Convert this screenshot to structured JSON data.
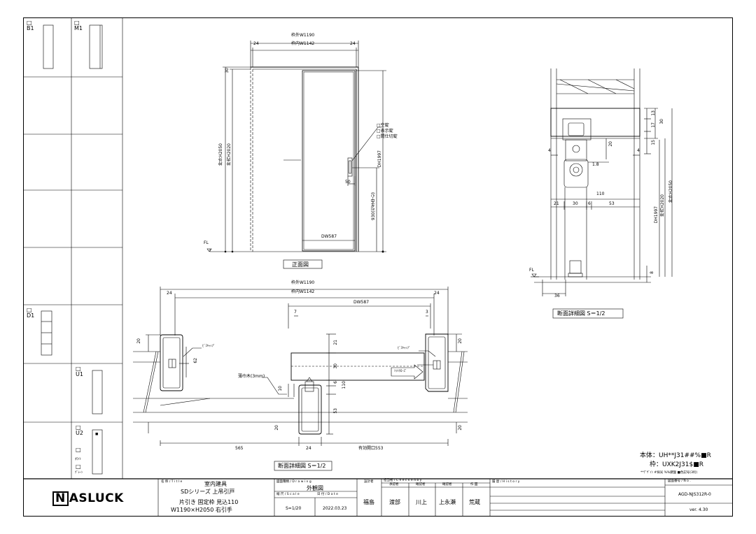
{
  "sidebar": {
    "b1": "B1",
    "m1": "M1",
    "d1": "D1",
    "u1": "U1",
    "u2": "U2",
    "u2_mark": "■",
    "color_white": "ﾎﾜｲﾄ",
    "color_gray": "ｸﾞﾚｰﾝ",
    "checkbox": "□"
  },
  "front": {
    "outer_w": "枠外W1190",
    "inner_w": "枠内W1142",
    "side_l": "24",
    "side_r": "24",
    "top_30": "30",
    "outer_h": "枠外H2050",
    "inner_h": "枠内H2020",
    "dh": "DH1997",
    "dim_50": "50",
    "handle_h": "930(引手中心)",
    "dw": "DW587",
    "fl": "FL",
    "opt1": "□空錠",
    "opt2": "□表示錠",
    "opt3": "□間仕切錠",
    "caption": "正面図"
  },
  "plan": {
    "outer_w": "枠外W1190",
    "inner_w": "枠内W1142",
    "side_l": "24",
    "side_r": "24",
    "dw": "DW587",
    "d7": "7",
    "d3": "3",
    "d20a": "20",
    "d20b": "20",
    "d20c": "20",
    "d20d": "20",
    "d62": "62",
    "d21": "21",
    "d30": "30",
    "d6": "6",
    "d110": "110",
    "d10": "10",
    "d53": "53",
    "d565": "565",
    "d24b": "24",
    "opening": "有効開口553",
    "screw_cap_l": "ﾋﾞｽｷｬｯﾌﾟ",
    "screw_cap_r": "ﾋﾞｽｷｬｯﾌﾟ",
    "soft_close": "ｿﾌﾄｸﾛｰｽﾞ",
    "trim": "薄巾木(3mm)",
    "caption": "断面詳細図 S＝1/2"
  },
  "section": {
    "d13": "13",
    "d17": "17",
    "d30": "30",
    "d15": "15",
    "d20": "20",
    "d4l": "4",
    "d4r": "4",
    "d18": "1.8",
    "d110": "110",
    "d21": "21",
    "d30b": "30",
    "d6": "6",
    "d53": "53",
    "dh": "DH1997",
    "inner_h": "枠内H2020",
    "outer_h": "枠外H2050",
    "d8": "8",
    "fl": "FL",
    "d36": "36",
    "caption": "断面詳細図 S＝1/2"
  },
  "spec": {
    "body": "本体：UH**J31##%■R",
    "frame": "枠：UXK2J31$■R",
    "legend": "**ﾃﾞｻﾞｲﾝ  #採光  %%鍵盤  ■色記号(3桁)"
  },
  "titleblock": {
    "logo_n": "N",
    "logo_rest": "ASLUCK",
    "name_hdr": "名 称 / T i t l e",
    "name1": "室内建具",
    "name2": "SDシリーズ 上吊引戸",
    "name3": "片引き 固定枠 見込110",
    "name4": "W1190×H2050 右引手",
    "drawing_hdr": "図面種類 / D r a w i n g",
    "drawing": "外観図",
    "scale_hdr": "縮 尺 / S c a l e",
    "scale": "S=1/20",
    "date_hdr": "日 付 / D a t e",
    "date": "2022.03.23",
    "design_hdr": "設計者",
    "design": "福島",
    "check_hdr": "担当者 / C h e c k e d  b y",
    "stamp_hdr1": "承認者",
    "stamp_hdr2": "確認者",
    "stamp_hdr3": "確認者",
    "stamp_hdr4": "作 図",
    "stamp1": "渡部",
    "stamp2": "川上",
    "stamp3": "上永瀬",
    "stamp4": "荒蔵",
    "history_hdr": "履 歴 / H i s t o r y",
    "no_hdr": "図面番号 / N o .",
    "drawing_no": "AGD-NJS312R-0",
    "version": "ver. 4.30"
  }
}
